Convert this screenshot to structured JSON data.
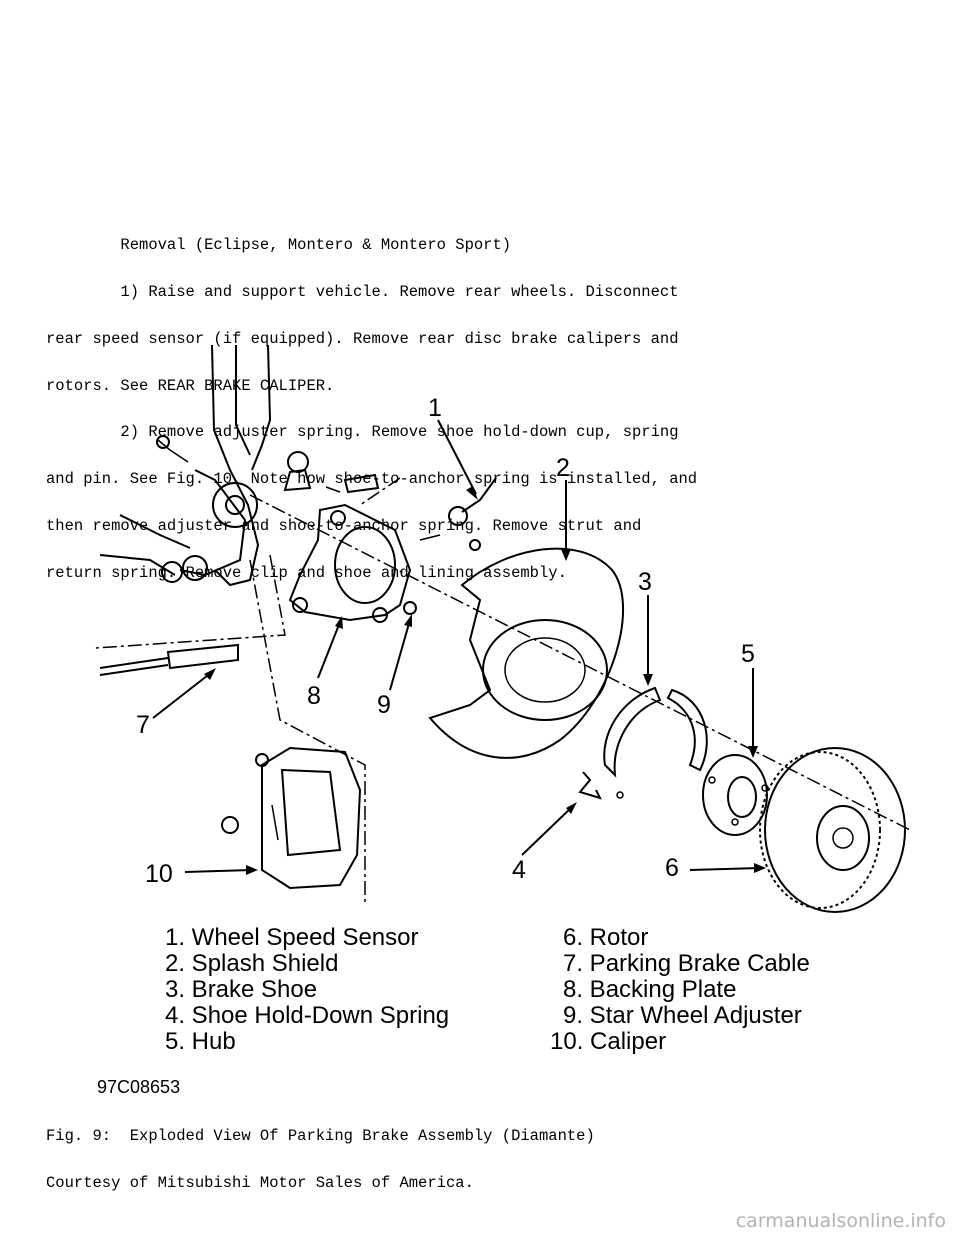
{
  "document": {
    "body_lines": [
      "        Removal (Eclipse, Montero & Montero Sport)",
      "        1) Raise and support vehicle. Remove rear wheels. Disconnect",
      "rear speed sensor (if equipped). Remove rear disc brake calipers and",
      "rotors. See REAR BRAKE CALIPER.",
      "        2) Remove adjuster spring. Remove shoe hold-down cup, spring",
      "and pin. See Fig. 10. Note how shoe-to-anchor spring is installed, and",
      "then remove adjuster and shoe-to-anchor spring. Remove strut and",
      "return spring. Remove clip and shoe and lining assembly."
    ],
    "caption_lines": [
      "Fig. 9:  Exploded View Of Parking Brake Assembly (Diamante)",
      "Courtesy of Mitsubishi Motor Sales of America."
    ]
  },
  "figure": {
    "callouts": [
      "1",
      "2",
      "3",
      "4",
      "5",
      "6",
      "7",
      "8",
      "9",
      "10"
    ],
    "legend_left": [
      "1. Wheel Speed Sensor",
      "2. Splash Shield",
      "3. Brake Shoe",
      "4. Shoe Hold-Down Spring",
      "5. Hub"
    ],
    "legend_right": [
      "6. Rotor",
      "7. Parking Brake Cable",
      "8. Backing Plate",
      "9. Star Wheel Adjuster",
      "10. Caliper"
    ],
    "code": "97C08653"
  },
  "watermark": "carmanualsonline.info"
}
